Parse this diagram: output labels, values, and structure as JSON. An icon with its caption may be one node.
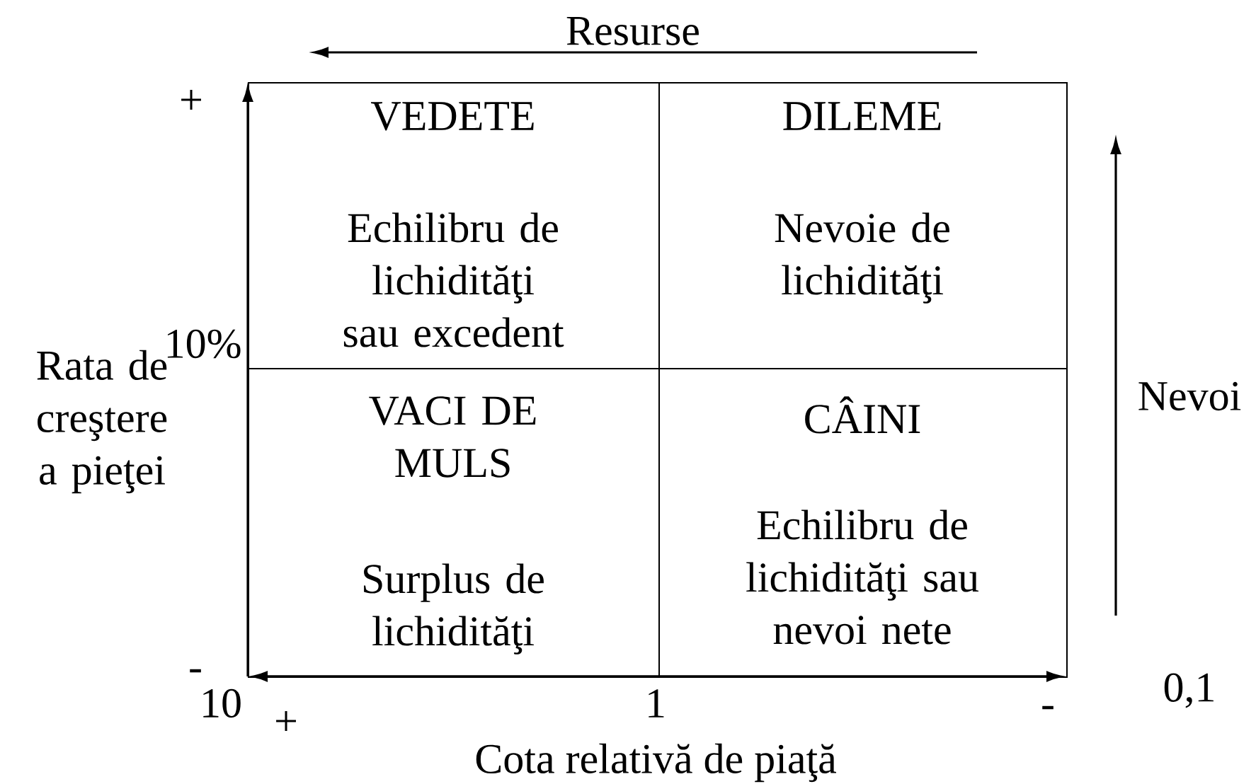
{
  "diagram": {
    "nodes": [
      {
        "text": [
          "VEDETE",
          "Echilibru de lichidităţi sau excedent"
        ]
      },
      {
        "text": [
          "DILEME",
          "Nevoie de lichidităţi"
        ]
      },
      {
        "text": [
          "VACI DE MULS",
          "Surplus de lichidităţi"
        ]
      },
      {
        "text": [
          "CÂINI",
          "Echilibru de lichidităţi sau nevoi nete"
        ]
      }
    ],
    "labels": [
      "Resurse",
      "+",
      "10%",
      "Rata de creştere a pieţei",
      "Nevoi",
      "-",
      "0,1",
      "10",
      "1",
      "+",
      "-",
      "Cota relativă de piaţă"
    ]
  }
}
